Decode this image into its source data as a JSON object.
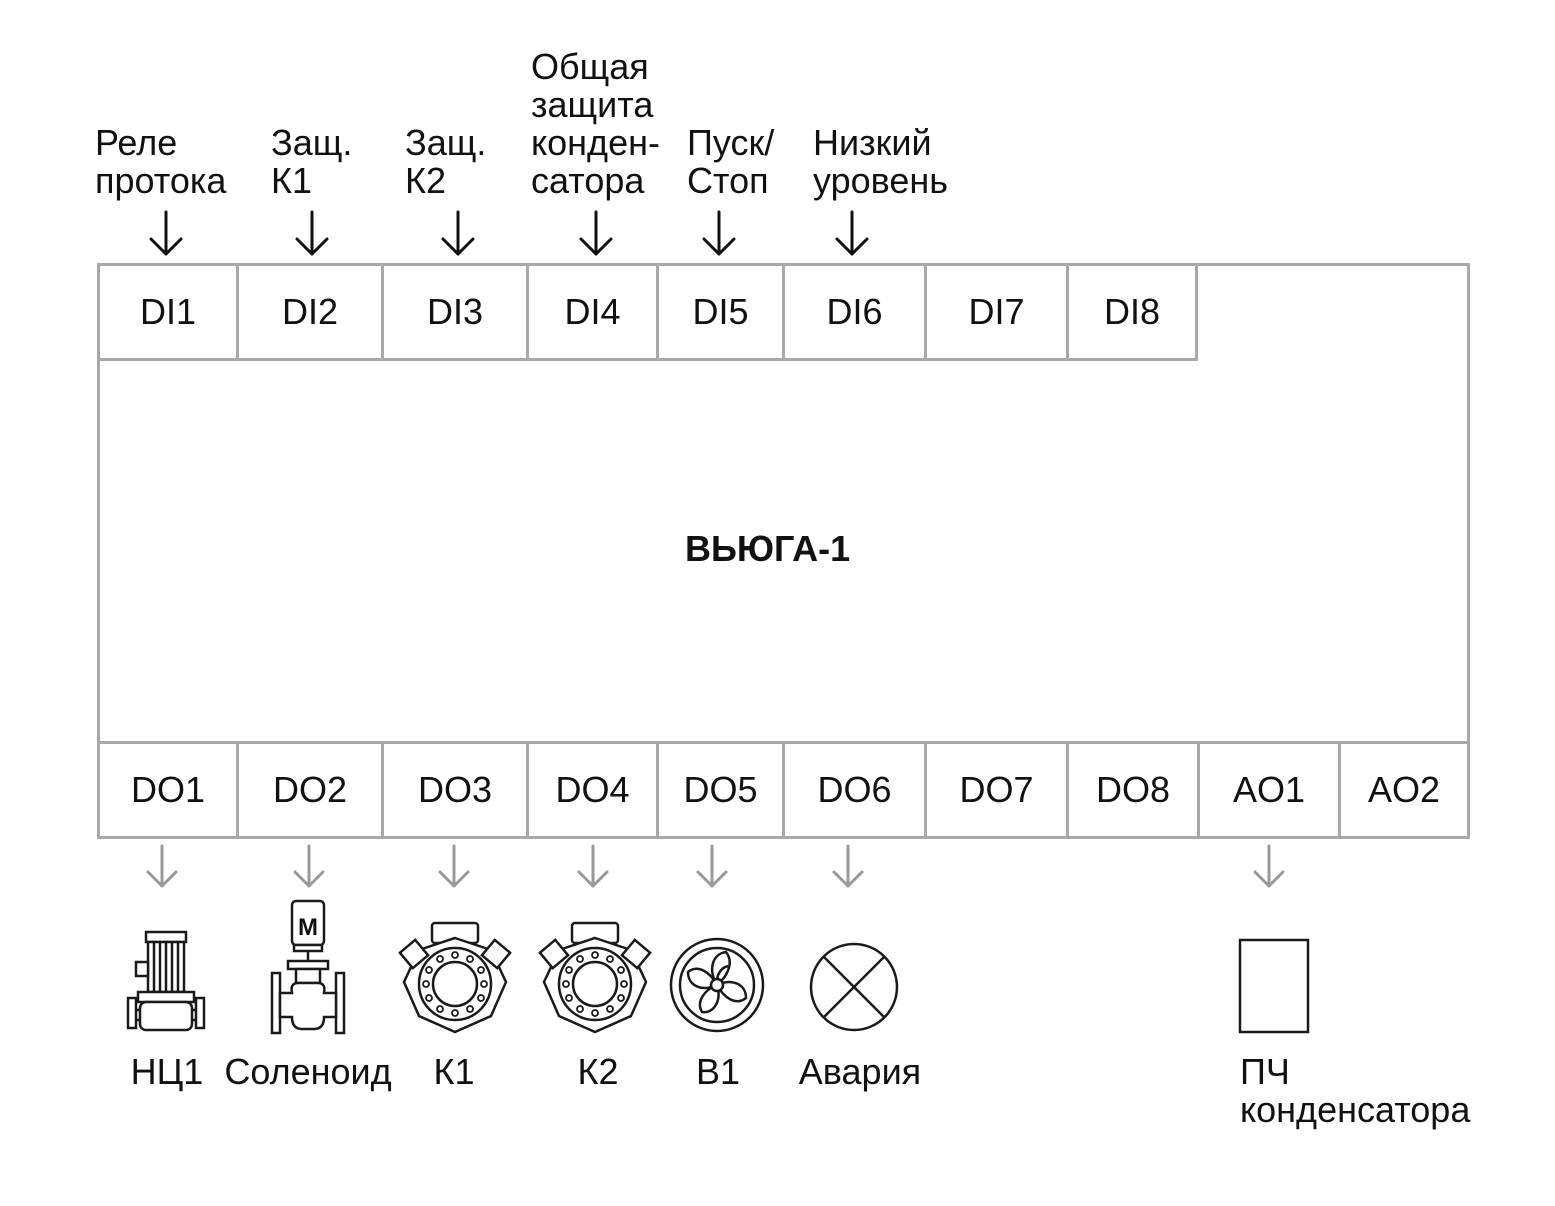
{
  "controller": {
    "title": "ВЬЮГА-1"
  },
  "inputs": [
    {
      "port": "DI1",
      "label": "Реле\nпротока"
    },
    {
      "port": "DI2",
      "label": "Защ.\nК1"
    },
    {
      "port": "DI3",
      "label": "Защ.\nК2"
    },
    {
      "port": "DI4",
      "label": "Общая\nзащита\nконден-\nсатора"
    },
    {
      "port": "DI5",
      "label": "Пуск/\nСтоп"
    },
    {
      "port": "DI6",
      "label": "Низкий\nуровень"
    },
    {
      "port": "DI7",
      "label": ""
    },
    {
      "port": "DI8",
      "label": ""
    }
  ],
  "outputs": [
    {
      "port": "DO1",
      "device": "НЦ1",
      "icon": "pump-icon"
    },
    {
      "port": "DO2",
      "device": "Соленоид",
      "icon": "solenoid-valve-icon",
      "icon_text": "M"
    },
    {
      "port": "DO3",
      "device": "К1",
      "icon": "compressor-icon"
    },
    {
      "port": "DO4",
      "device": "К2",
      "icon": "compressor-icon"
    },
    {
      "port": "DO5",
      "device": "В1",
      "icon": "fan-icon"
    },
    {
      "port": "DO6",
      "device": "Авария",
      "icon": "alarm-lamp-icon"
    },
    {
      "port": "DO7",
      "device": ""
    },
    {
      "port": "DO8",
      "device": ""
    },
    {
      "port": "AO1",
      "device": "ПЧ\nконденсатора",
      "icon": "frequency-converter-icon"
    },
    {
      "port": "AO2",
      "device": ""
    }
  ],
  "colors": {
    "border": "#a8a8a8",
    "input_arrow": "#111111",
    "output_arrow": "#999999",
    "icon_stroke": "#1a1a1a"
  }
}
